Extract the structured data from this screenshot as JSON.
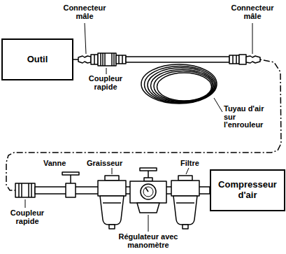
{
  "diagram": {
    "nodes": [
      {
        "text": [
          "Outil"
        ]
      },
      {
        "text": [
          "Compresseur d'air"
        ]
      }
    ],
    "edges": [
      {
        "from": 0,
        "to": 1,
        "arrow": "none"
      }
    ],
    "labels": [
      "Connecteur mâle",
      "Connecteur mâle",
      "Coupleur rapide",
      "Tuyau d'air sur l'enrouleur",
      "Vanne",
      "Graisseur",
      "Filtre",
      "Coupleur rapide",
      "Régulateur avec manomètre"
    ]
  }
}
